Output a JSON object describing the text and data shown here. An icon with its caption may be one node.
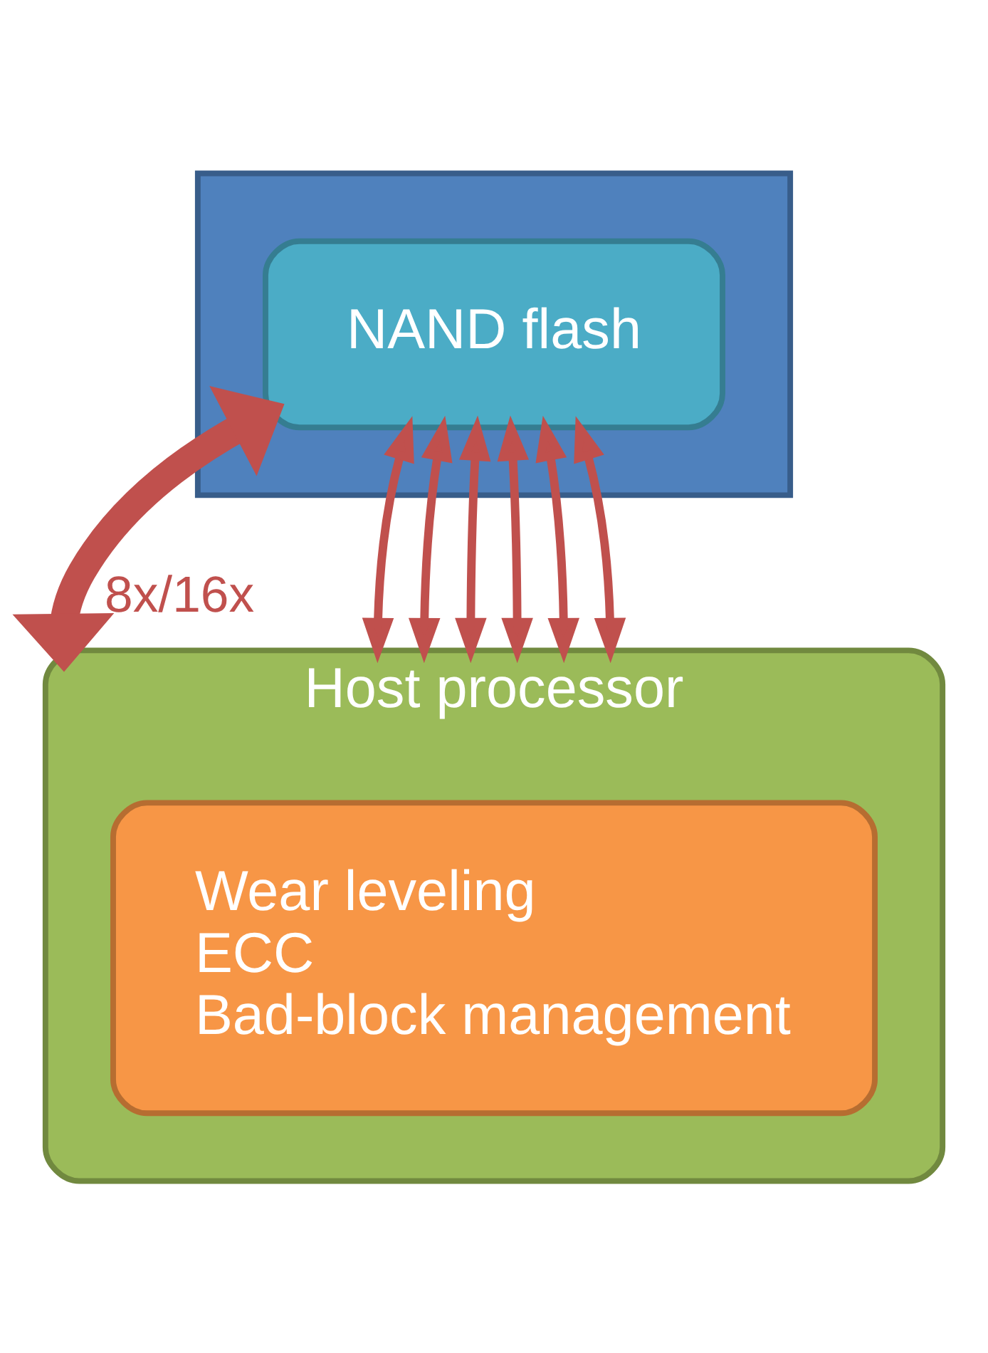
{
  "diagram": {
    "nodes": [
      {
        "text": [],
        "shape": "box"
      },
      {
        "text": [
          "NAND flash"
        ],
        "in": 0
      },
      {
        "text": [
          "Host processor"
        ]
      },
      {
        "text": [
          "Wear leveling",
          "ECC",
          "Bad-block management"
        ],
        "in": 2
      }
    ],
    "edges": [
      {
        "from": 1,
        "to": 2,
        "arrow": "both",
        "label": "8x/16x",
        "style": "thick"
      },
      {
        "from": 1,
        "to": 2,
        "arrow": "both"
      },
      {
        "from": 1,
        "to": 2,
        "arrow": "both"
      },
      {
        "from": 1,
        "to": 2,
        "arrow": "both"
      },
      {
        "from": 1,
        "to": 2,
        "arrow": "both"
      },
      {
        "from": 1,
        "to": 2,
        "arrow": "both"
      },
      {
        "from": 1,
        "to": 2,
        "arrow": "both"
      }
    ]
  }
}
